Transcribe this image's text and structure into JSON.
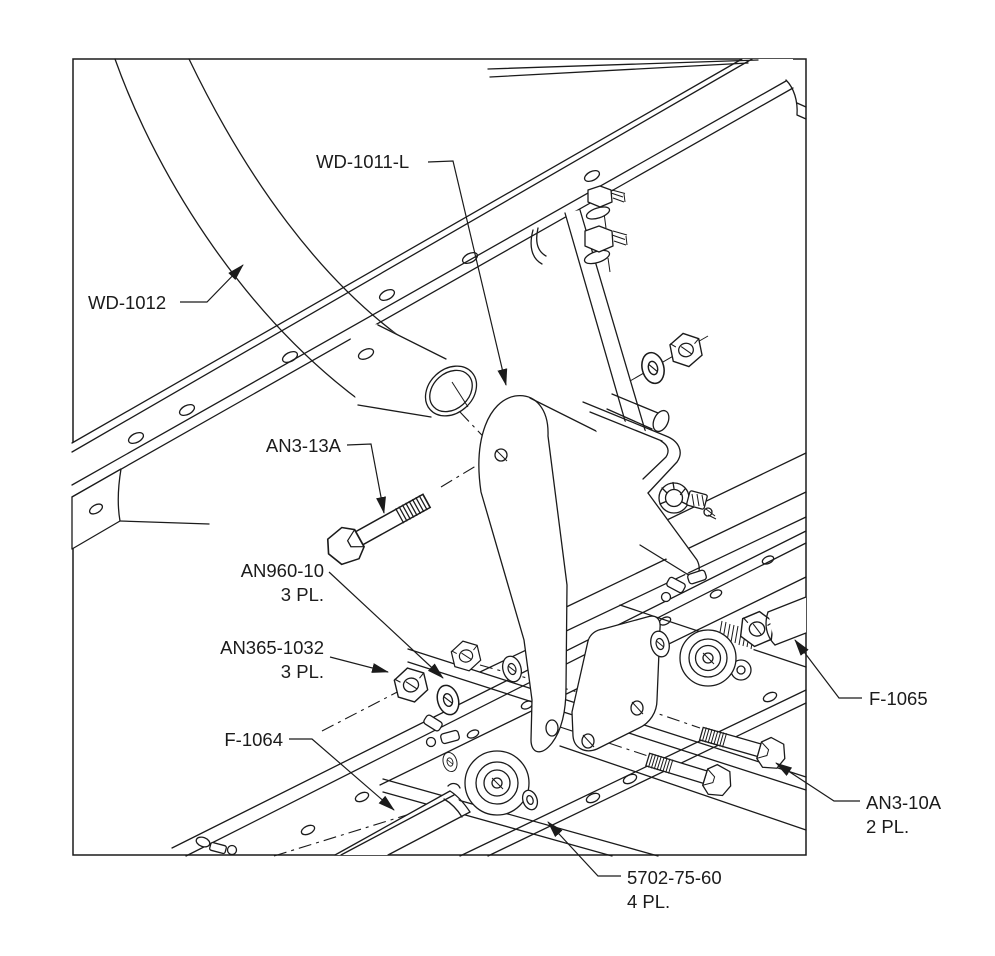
{
  "diagram": {
    "type": "technical-exploded-assembly-drawing",
    "background": "#ffffff",
    "line_color": "#1b1b1b",
    "labels": {
      "wd_1011_l": "WD-1011-L",
      "wd_1012": "WD-1012",
      "an3_13a": "AN3-13A",
      "an960_10_line1": "AN960-10",
      "an960_10_line2": "3 PL.",
      "an365_1032_line1": "AN365-1032",
      "an365_1032_line2": "3 PL.",
      "f_1064": "F-1064",
      "f_1065": "F-1065",
      "an3_10a_line1": "AN3-10A",
      "an3_10a_line2": "2 PL.",
      "p5702_75_60_line1": "5702-75-60",
      "p5702_75_60_line2": "4 PL."
    }
  }
}
